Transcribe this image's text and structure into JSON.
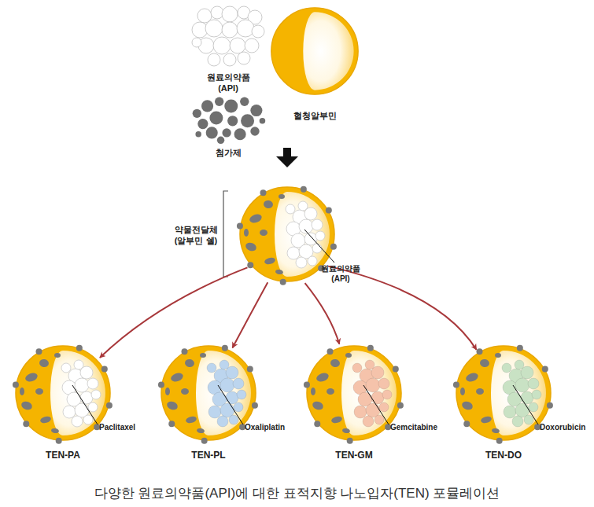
{
  "diagram": {
    "caption": "다양한 원료의약품(API)에 대한 표적지향 나노입자(TEN) 포뮬레이션",
    "nodes": [
      {
        "text": [
          "원료의약품 (API)"
        ]
      },
      {
        "text": [
          "혈청알부민"
        ]
      },
      {
        "text": [
          "첨가제"
        ]
      },
      {
        "text": [
          "약물전달체 (알부민 쉘)",
          "원료의약품 (API)"
        ]
      },
      {
        "text": [
          "TEN-PA",
          "Paclitaxel"
        ]
      },
      {
        "text": [
          "TEN-PL",
          "Oxaliplatin"
        ]
      },
      {
        "text": [
          "TEN-GM",
          "Gemcitabine"
        ]
      },
      {
        "text": [
          "TEN-DO",
          "Doxorubicin"
        ]
      }
    ],
    "edges": [
      {
        "from": 3,
        "to": 4,
        "arrow": "to"
      },
      {
        "from": 3,
        "to": 5,
        "arrow": "to"
      },
      {
        "from": 3,
        "to": 6,
        "arrow": "to"
      },
      {
        "from": 3,
        "to": 7,
        "arrow": "to"
      }
    ]
  }
}
